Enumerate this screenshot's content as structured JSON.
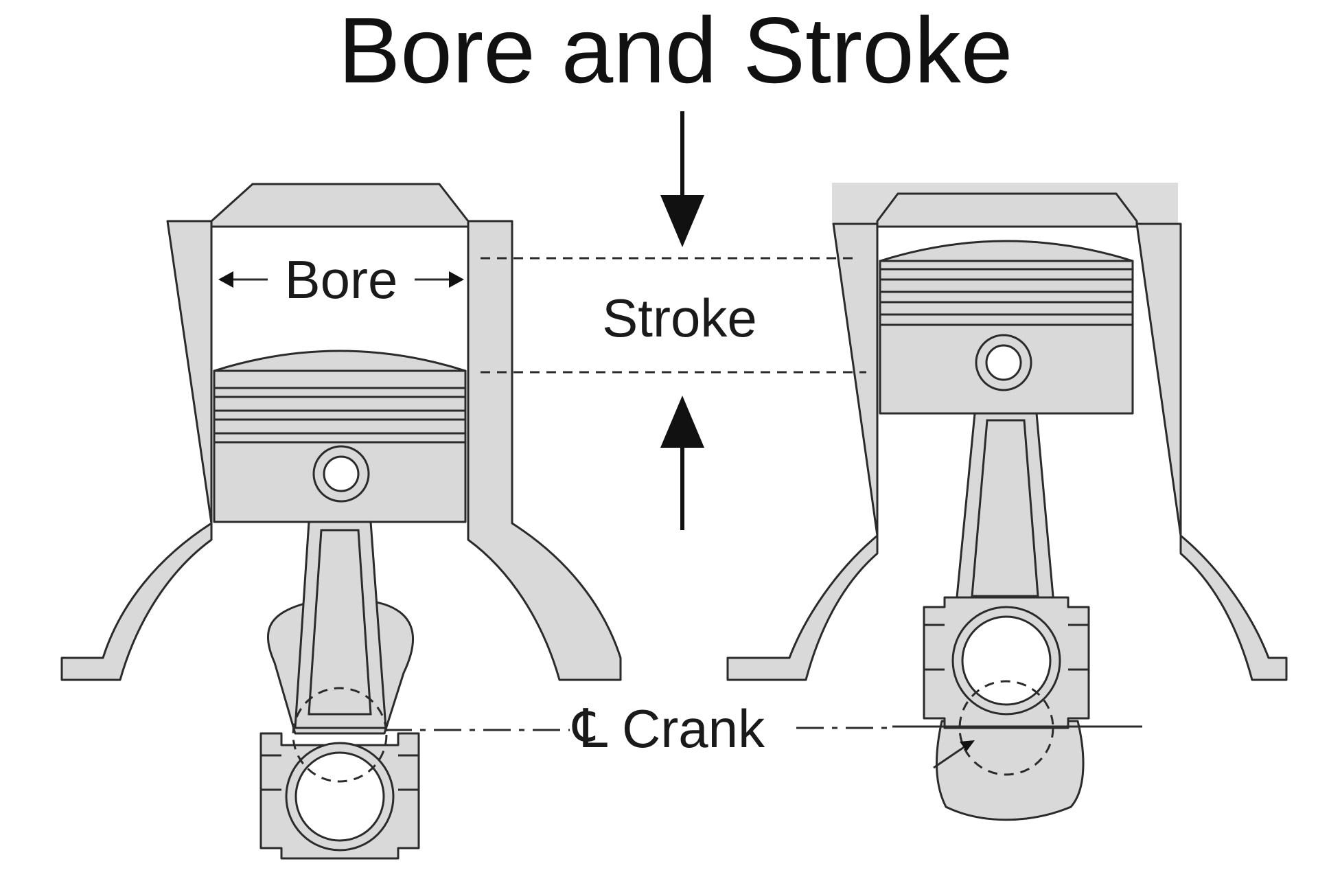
{
  "title": "Bore and Stroke",
  "labels": {
    "bore": "Bore",
    "stroke": "Stroke",
    "crank_symbol": "℄",
    "crank": "Crank"
  },
  "colors": {
    "metal": "#d9d9d9",
    "outline": "#2b2b2b",
    "text": "#111111",
    "background": "#ffffff"
  }
}
